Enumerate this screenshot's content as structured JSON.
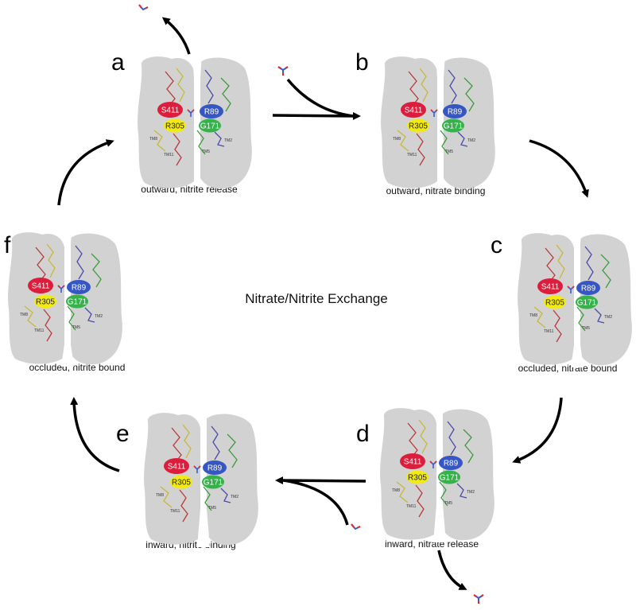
{
  "title": "Nitrate/Nitrite Exchange",
  "residues": {
    "s411": "S411",
    "r89": "R89",
    "r305": "R305",
    "g171": "G171"
  },
  "helices": {
    "tm8": "TM8",
    "tm11": "TM11",
    "tm2": "TM2",
    "tm5": "TM5"
  },
  "colors": {
    "protein": "#d2d2d2",
    "s411": "#dc1e3c",
    "r89": "#3656c4",
    "r305": "#f2ea12",
    "g171": "#36b24a",
    "arrow": "#000000",
    "ion_red": "#e2282e",
    "ion_blue": "#3a5ccf"
  },
  "states": [
    {
      "id": "a",
      "letter": "a",
      "caption": "outward, nitrite release"
    },
    {
      "id": "b",
      "letter": "b",
      "caption": "outward, nitrate binding"
    },
    {
      "id": "c",
      "letter": "c",
      "caption": "occluded, nitrate bound"
    },
    {
      "id": "d",
      "letter": "d",
      "caption": "inward, nitrate release"
    },
    {
      "id": "e",
      "letter": "e",
      "caption": "inward, nitrite binding"
    },
    {
      "id": "f",
      "letter": "f",
      "caption": "occluded,  nitrite bound"
    }
  ]
}
